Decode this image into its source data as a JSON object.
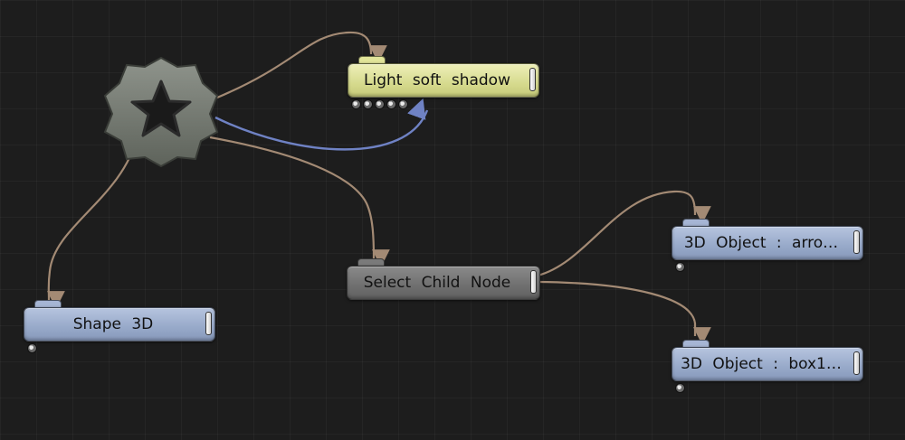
{
  "canvas": {
    "background": "#1d1d1d"
  },
  "colors": {
    "wire_default": "#a38a74",
    "wire_highlight": "#6f82c4",
    "node_yellow": "#d6da8e",
    "node_blue": "#97a9c9",
    "node_gray": "#6f6f6f"
  },
  "root_node": {
    "icon": "star-hexagon-icon"
  },
  "nodes": {
    "light_soft_shadow": {
      "label": "Light soft shadow",
      "color": "yellow",
      "port_count": 5
    },
    "select_child_node": {
      "label": "Select Child Node",
      "color": "gray",
      "port_count": 0
    },
    "shape_3d": {
      "label": "Shape 3D",
      "color": "blue",
      "port_count": 1
    },
    "object_arrow": {
      "label": "3D Object : arro…",
      "color": "blue",
      "port_count": 1
    },
    "object_box": {
      "label": "3D Object : box1…",
      "color": "blue",
      "port_count": 1
    }
  },
  "connections": [
    {
      "from": "root_node",
      "to": "light_soft_shadow",
      "kind": "default"
    },
    {
      "from": "root_node",
      "to": "light_soft_shadow",
      "kind": "highlight"
    },
    {
      "from": "root_node",
      "to": "select_child_node",
      "kind": "default"
    },
    {
      "from": "root_node",
      "to": "shape_3d",
      "kind": "default"
    },
    {
      "from": "select_child_node",
      "to": "object_arrow",
      "kind": "default"
    },
    {
      "from": "select_child_node",
      "to": "object_box",
      "kind": "default"
    }
  ]
}
